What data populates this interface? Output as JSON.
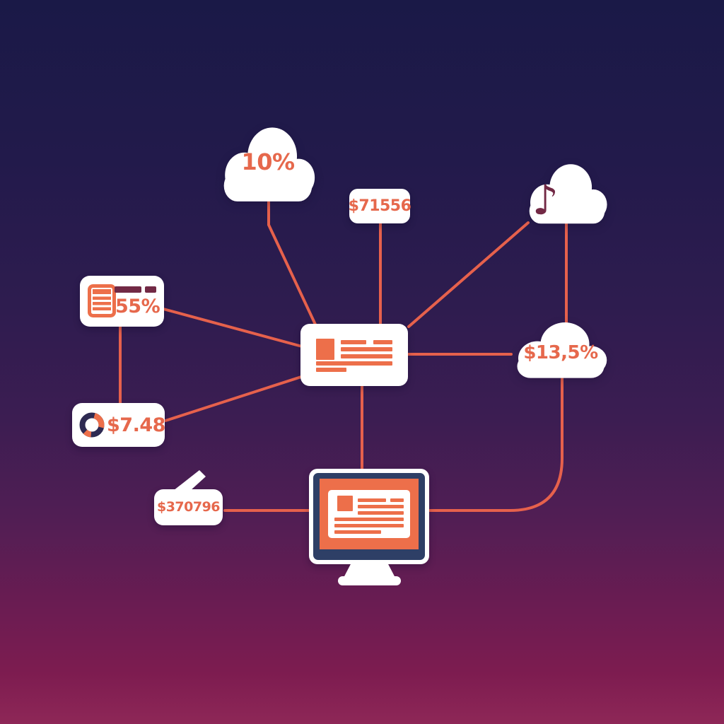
{
  "colors": {
    "background_top": "#1a1947",
    "background_mid": "#3c1d52",
    "background_bottom": "#8e2757",
    "node_white": "#ffffff",
    "accent_orange": "#ed6f4a",
    "text_orange": "#e6684c",
    "connector_line": "#e6614c",
    "maroon_accent": "#722945",
    "monitor_bezel_navy": "#2e3f66",
    "donut_ring_navy": "#2e2a52"
  },
  "icons": {
    "music_note_glyph": "♪"
  },
  "nodes": {
    "cloud_top": {
      "label": "10%"
    },
    "price_tag": {
      "label": "$71556"
    },
    "document_stats": {
      "label": "55%"
    },
    "cloud_rate": {
      "label": "$13,5%"
    },
    "donut_price": {
      "label": "$7.48"
    },
    "speech_price": {
      "label": "$370796"
    }
  }
}
